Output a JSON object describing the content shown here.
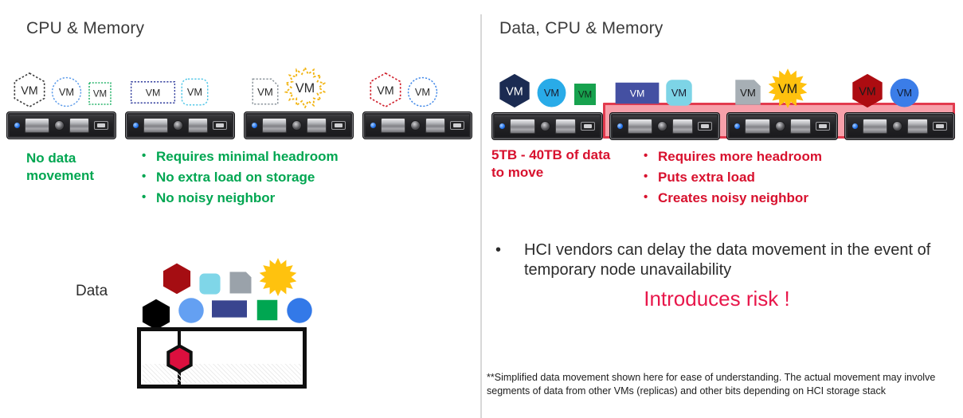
{
  "accent": {
    "green": "#00A651",
    "red": "#D8112E",
    "risk_red": "#E8174B",
    "highlight_fill": "#F7A0AA",
    "highlight_border": "#E23B4E"
  },
  "left": {
    "title": "CPU & Memory",
    "vm_label": "VM",
    "servers": [
      {
        "vms": [
          {
            "shape": "hexagon",
            "color": "#3f3f3f"
          },
          {
            "shape": "circle",
            "color": "#5B9BEA"
          },
          {
            "shape": "square",
            "color": "#00A651"
          }
        ]
      },
      {
        "vms": [
          {
            "shape": "rect",
            "color": "#333F9E"
          },
          {
            "shape": "rounded",
            "color": "#55C8E8"
          }
        ]
      },
      {
        "vms": [
          {
            "shape": "clipped",
            "color": "#8C959C"
          },
          {
            "shape": "star",
            "color": "#F2B411"
          }
        ]
      },
      {
        "vms": [
          {
            "shape": "hexagon",
            "color": "#D0202C"
          },
          {
            "shape": "circle",
            "color": "#3F87E8"
          }
        ]
      }
    ],
    "caption": "No data movement",
    "bullets": [
      "Requires minimal headroom",
      "No extra load on storage",
      "No noisy neighbor"
    ],
    "data_label": "Data",
    "data_shapes": {
      "row1": [
        {
          "shape": "hexagon",
          "color": "#A50D12"
        },
        {
          "shape": "rounded",
          "color": "#7FD6E8"
        },
        {
          "shape": "clipped",
          "color": "#9AA2AA"
        },
        {
          "shape": "star",
          "color": "#FFC20E"
        }
      ],
      "row2": [
        {
          "shape": "hexagon",
          "color": "#000000"
        },
        {
          "shape": "circle",
          "color": "#64A0F2"
        },
        {
          "shape": "rect",
          "color": "#39458F"
        },
        {
          "shape": "square",
          "color": "#00A651"
        },
        {
          "shape": "circle",
          "color": "#3379E8"
        }
      ]
    },
    "storage_hex_color": "#DC0F3E"
  },
  "right": {
    "title": "Data, CPU & Memory",
    "vm_label": "VM",
    "servers": [
      {
        "highlighted": false,
        "vms": [
          {
            "shape": "hexagon",
            "color": "#1B2B52",
            "text": "#FFFFFF"
          },
          {
            "shape": "circle",
            "color": "#29ABE8",
            "text": "#1a1a2e"
          },
          {
            "shape": "square",
            "color": "#17A24E",
            "text": "#102a1a"
          }
        ]
      },
      {
        "highlighted": true,
        "vms": [
          {
            "shape": "rect",
            "color": "#4450A2",
            "text": "#FFFFFF"
          },
          {
            "shape": "rounded",
            "color": "#7DD4E6",
            "text": "#1a1a2e"
          }
        ]
      },
      {
        "highlighted": true,
        "vms": [
          {
            "shape": "clipped",
            "color": "#A7AFB5",
            "text": "#1a1a1a"
          },
          {
            "shape": "star",
            "color": "#FFC10E",
            "text": "#1a1a1a"
          }
        ]
      },
      {
        "highlighted": true,
        "vms": [
          {
            "shape": "hexagon",
            "color": "#AD0C11",
            "text": "#1a1a1a"
          },
          {
            "shape": "circle",
            "color": "#3B7DE8",
            "text": "#101a2e"
          }
        ]
      }
    ],
    "caption": "5TB - 40TB of data to move",
    "bullets": [
      "Requires more headroom",
      "Puts extra load",
      "Creates noisy neighbor"
    ],
    "note_bullet": "HCI vendors can delay the data movement in the event of temporary node unavailability",
    "risk_text": "Introduces risk !",
    "footnote": "**Simplified data movement shown here for ease of understanding. The actual movement may involve segments of data from other VMs (replicas) and other bits depending on HCI storage stack"
  }
}
